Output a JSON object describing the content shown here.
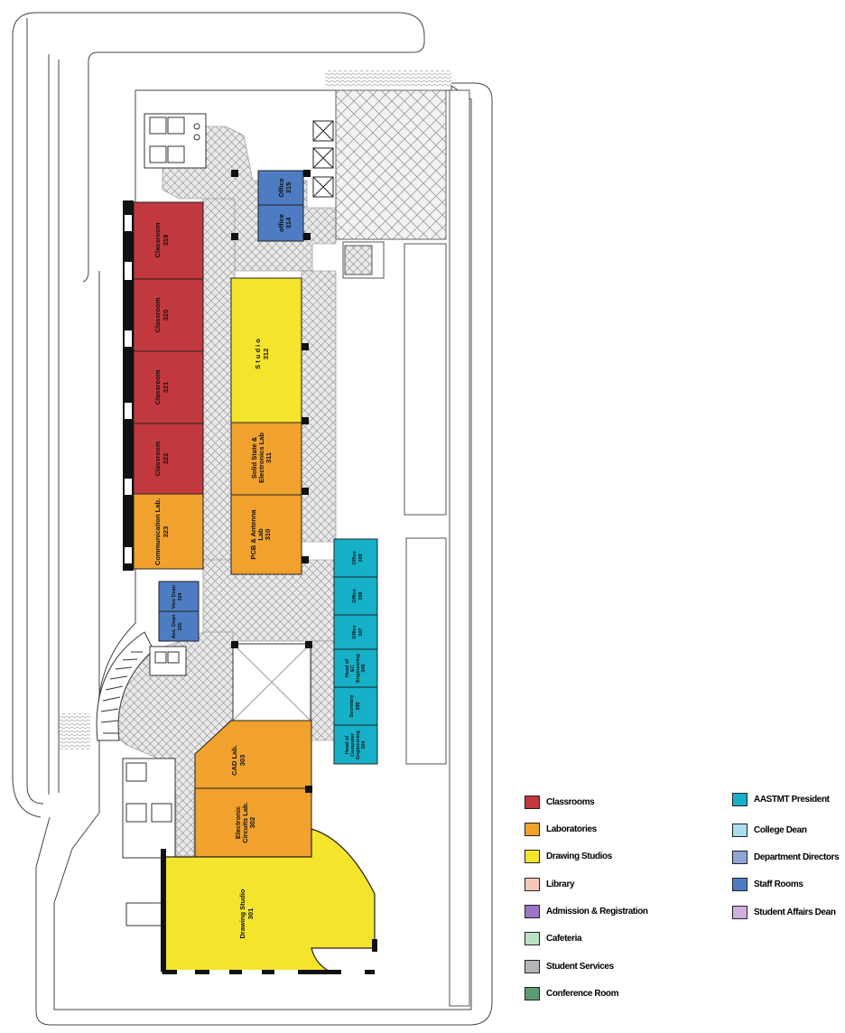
{
  "rooms": {
    "classroom_319": {
      "name": "Classroom",
      "number": "319",
      "category": "classrooms"
    },
    "classroom_320": {
      "name": "Classroom",
      "number": "320",
      "category": "classrooms"
    },
    "classroom_321": {
      "name": "Classroom",
      "number": "321",
      "category": "classrooms"
    },
    "classroom_322": {
      "name": "Classroom",
      "number": "322",
      "category": "classrooms"
    },
    "communication_lab_323": {
      "name": "Communication Lab.",
      "number": "323",
      "category": "laboratories"
    },
    "office_315": {
      "name": "Office",
      "number": "315",
      "category": "staff_rooms"
    },
    "office_314": {
      "name": "office",
      "number": "314",
      "category": "staff_rooms"
    },
    "studio_312": {
      "name": "S t u d i o",
      "number": "312",
      "category": "drawing_studios"
    },
    "solid_state_lab_311": {
      "name1": "Solid State &",
      "name2": "Electronics Lab",
      "number": "311",
      "category": "laboratories"
    },
    "pcb_antenna_lab_310": {
      "name1": "PCB & Antenna",
      "name2": "Lab",
      "number": "310",
      "category": "laboratories"
    },
    "vice_dean_324": {
      "name": "Vice Dean",
      "number": "324",
      "category": "staff_rooms"
    },
    "ass_dean_325": {
      "name": "Ass. Dean",
      "number": "325",
      "category": "staff_rooms"
    },
    "office_309": {
      "name": "Office",
      "number": "309",
      "category": "aastmt_president"
    },
    "office_308": {
      "name": "Office",
      "number": "308",
      "category": "aastmt_president"
    },
    "office_307": {
      "name": "Office",
      "number": "307",
      "category": "aastmt_president"
    },
    "head_ec_306": {
      "name1": "Head of",
      "name2": "EC",
      "name3": "Engineering",
      "number": "306",
      "category": "aastmt_president"
    },
    "secretary_305": {
      "name": "Secretary",
      "number": "305",
      "category": "aastmt_president"
    },
    "head_ce_304": {
      "name1": "Head of",
      "name2": "Computer",
      "name3": "Engineering",
      "number": "304",
      "category": "aastmt_president"
    },
    "cad_lab_303": {
      "name": "CAD Lab.",
      "number": "303",
      "category": "laboratories"
    },
    "electronic_circuits_lab_302": {
      "name1": "Electronic",
      "name2": "Circuits Lab.",
      "number": "302",
      "category": "laboratories"
    },
    "drawing_studio_301": {
      "name": "Drawing Studio",
      "number": "301",
      "category": "drawing_studios"
    }
  },
  "legend": {
    "left": [
      {
        "label": "Classrooms",
        "color": "#c1393e"
      },
      {
        "label": "Laboratories",
        "color": "#f0a12e"
      },
      {
        "label": "Drawing Studios",
        "color": "#f4e42c"
      },
      {
        "label": "Library",
        "color": "#f6c7b6"
      },
      {
        "label": "Admission & Registration",
        "color": "#9b76c4"
      },
      {
        "label": "Cafeteria",
        "color": "#b9e2c4"
      },
      {
        "label": "Student Services",
        "color": "#b3b3b8"
      },
      {
        "label": "Conference Room",
        "color": "#5e9a70"
      }
    ],
    "right": [
      {
        "label": "AASTMT President",
        "color": "#16b0c8"
      },
      {
        "label": "College Dean",
        "color": "#a8def0"
      },
      {
        "label": "Department Directors",
        "color": "#8fa6d4"
      },
      {
        "label": "Staff Rooms",
        "color": "#4e7cc2"
      },
      {
        "label": "Student Affairs Dean",
        "color": "#cfb0dc"
      }
    ]
  }
}
